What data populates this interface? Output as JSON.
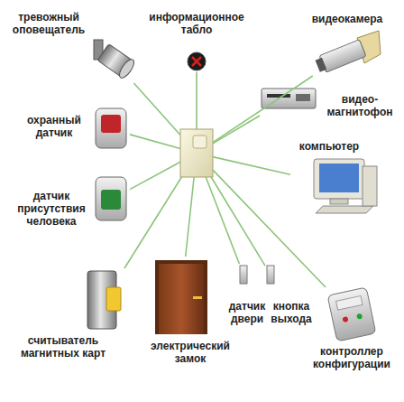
{
  "diagram": {
    "nodes": [
      {
        "text": [
          "тревожный оповещатель"
        ]
      },
      {
        "text": [
          "информационное табло"
        ]
      },
      {
        "text": [
          "видеокамера"
        ]
      },
      {
        "text": [
          "видео- магнитофон"
        ]
      },
      {
        "text": [
          "охранный датчик"
        ]
      },
      {
        "text": []
      },
      {
        "text": [
          "компьютер"
        ]
      },
      {
        "text": [
          "датчик присутствия человека"
        ]
      },
      {
        "text": [
          "датчик двери"
        ]
      },
      {
        "text": [
          "кнопка выхода"
        ]
      },
      {
        "text": [
          "считыватель магнитных карт"
        ]
      },
      {
        "text": [
          "электрический замок"
        ]
      },
      {
        "text": [
          "контроллер конфигурации"
        ]
      }
    ],
    "edges": [
      {
        "from": 5,
        "to": 0,
        "arrow": "none"
      },
      {
        "from": 5,
        "to": 1,
        "arrow": "none"
      },
      {
        "from": 5,
        "to": 2,
        "arrow": "none"
      },
      {
        "from": 5,
        "to": 3,
        "arrow": "none"
      },
      {
        "from": 5,
        "to": 4,
        "arrow": "none"
      },
      {
        "from": 5,
        "to": 6,
        "arrow": "none"
      },
      {
        "from": 5,
        "to": 7,
        "arrow": "none"
      },
      {
        "from": 5,
        "to": 8,
        "arrow": "none"
      },
      {
        "from": 5,
        "to": 9,
        "arrow": "none"
      },
      {
        "from": 5,
        "to": 10,
        "arrow": "none"
      },
      {
        "from": 5,
        "to": 11,
        "arrow": "none"
      },
      {
        "from": 5,
        "to": 12,
        "arrow": "none"
      }
    ]
  }
}
